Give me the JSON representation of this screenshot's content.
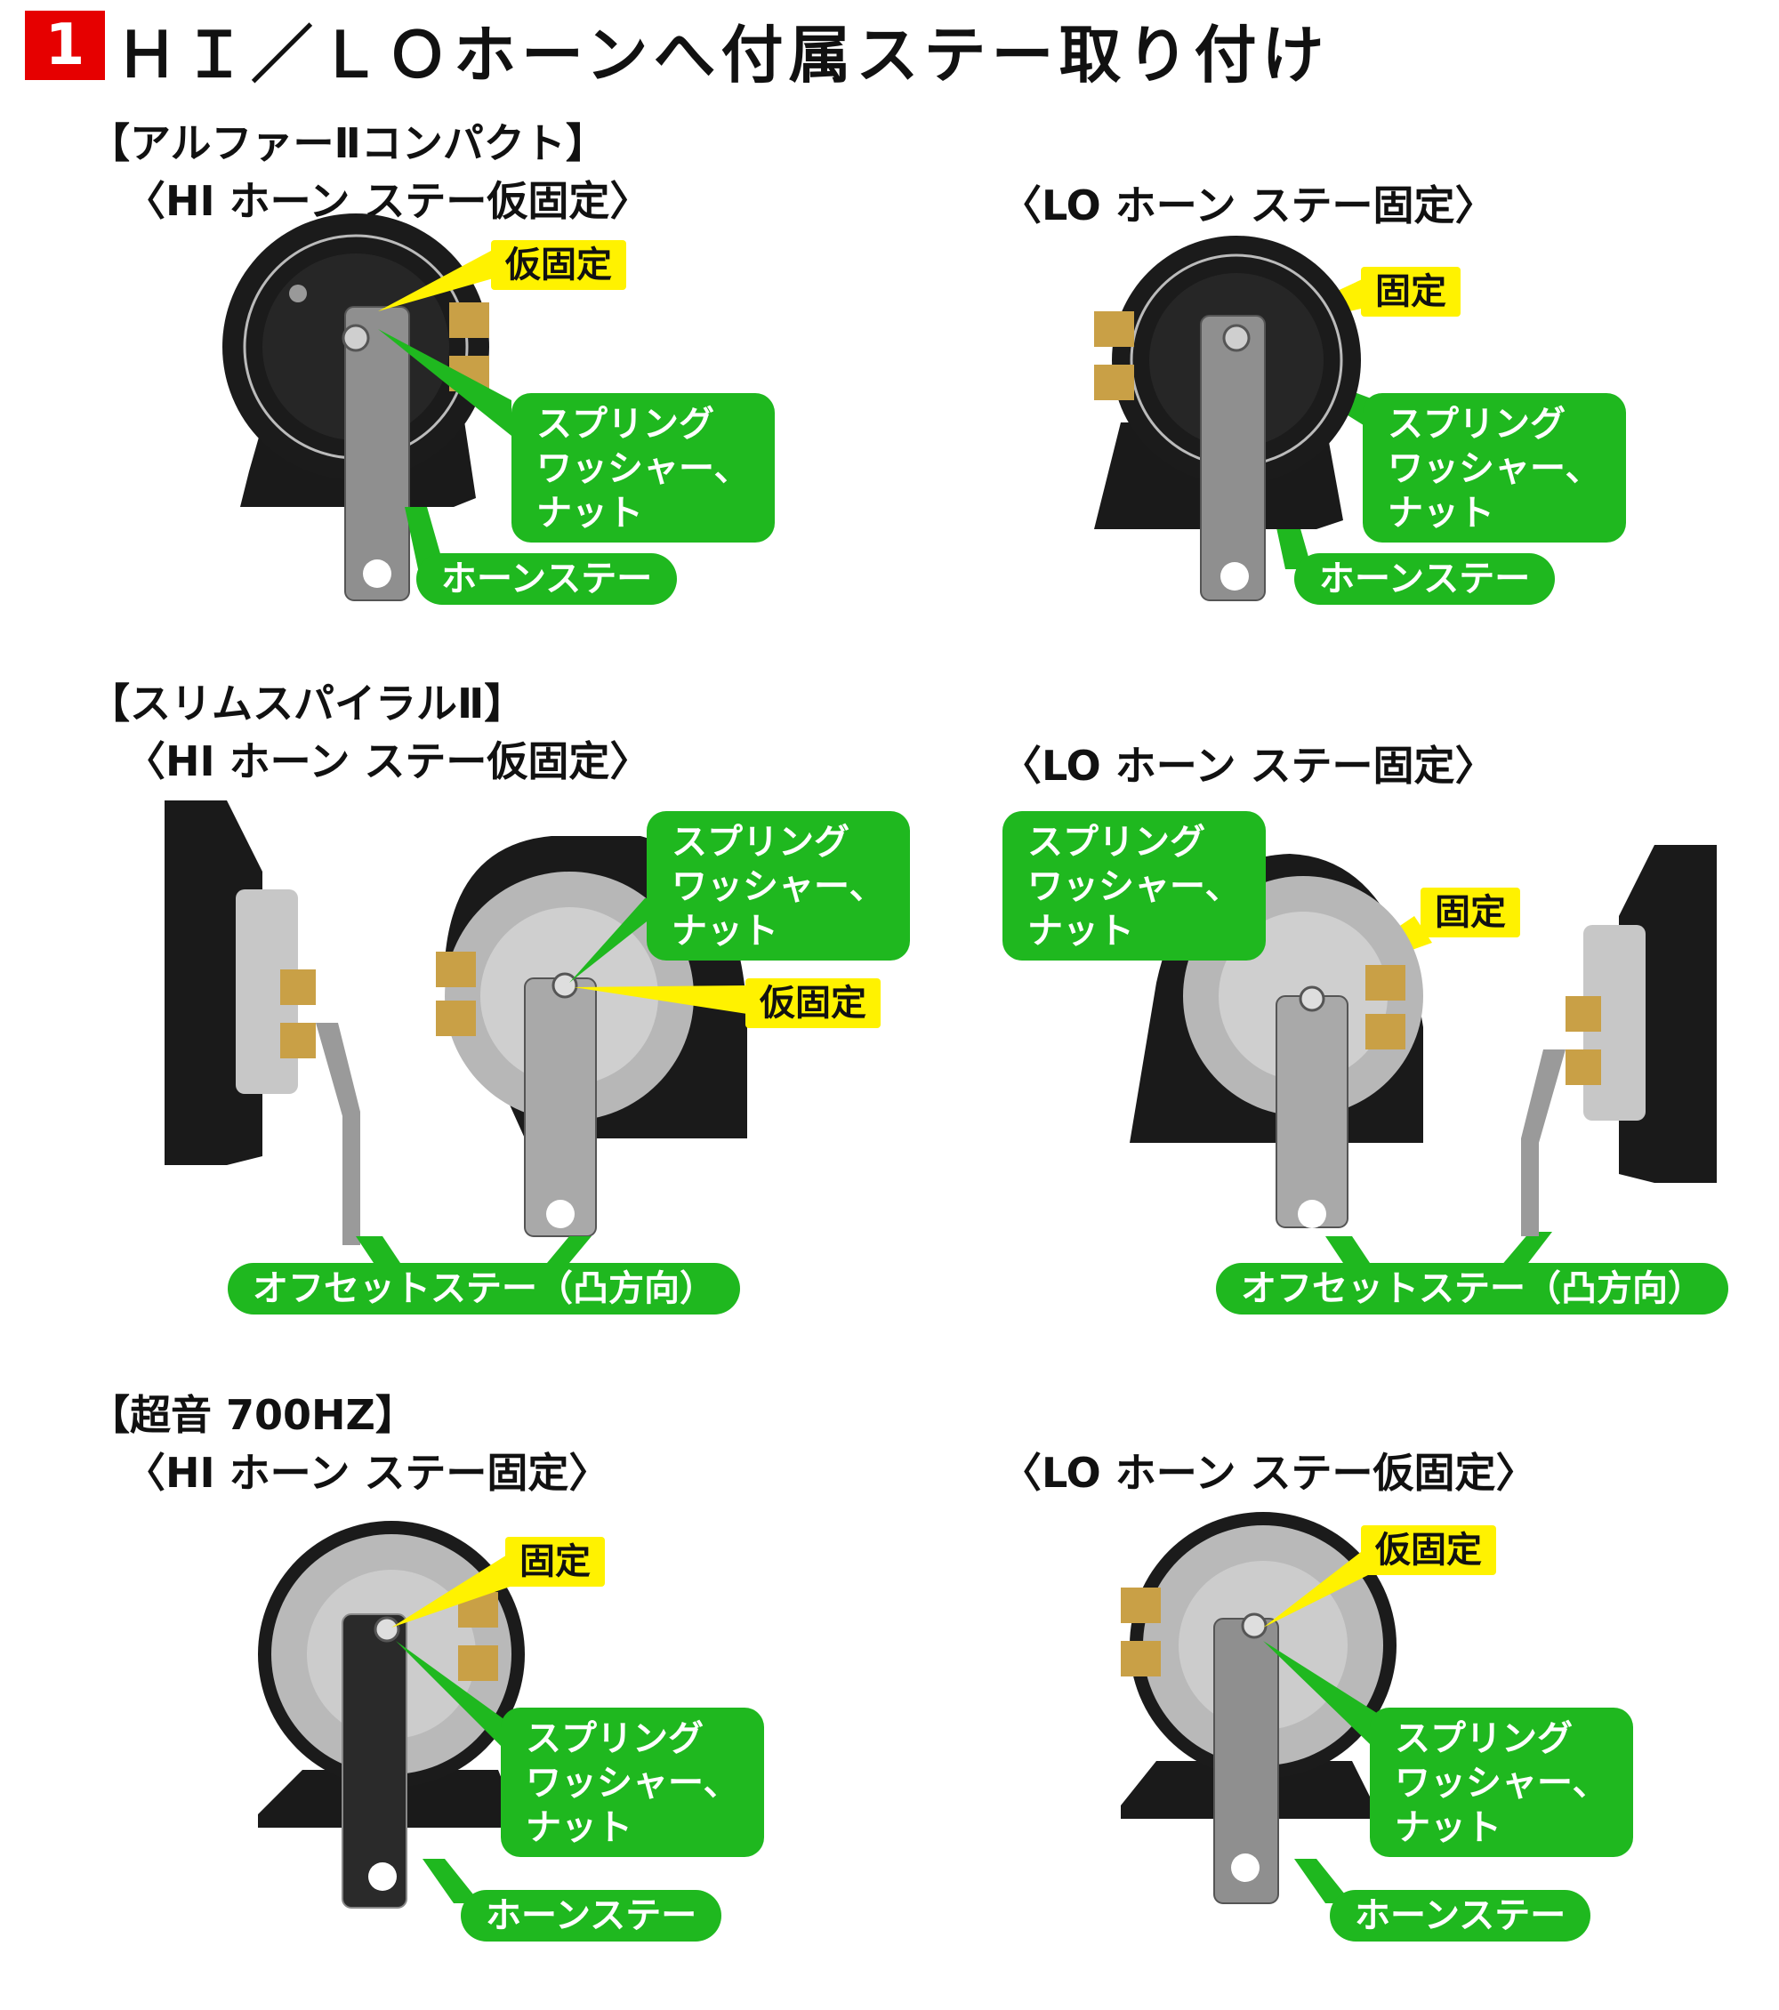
{
  "header": {
    "step_number": "1",
    "title": "ＨＩ／ＬＯホーンへ付属ステー取り付け"
  },
  "sections": [
    {
      "title": "【アルファーⅡコンパクト】",
      "hi": {
        "subtitle": "〈HI ホーン ステー仮固定〉",
        "tag_fix": "仮固定",
        "tag_spring": [
          "スプリング",
          "ワッシャー、",
          "ナット"
        ],
        "tag_stay": "ホーンステー"
      },
      "lo": {
        "subtitle": "〈LO ホーン ステー固定〉",
        "tag_fix": "固定",
        "tag_spring": [
          "スプリング",
          "ワッシャー、",
          "ナット"
        ],
        "tag_stay": "ホーンステー"
      }
    },
    {
      "title": "【スリムスパイラルⅡ】",
      "hi": {
        "subtitle": "〈HI ホーン ステー仮固定〉",
        "tag_fix": "仮固定",
        "tag_spring": [
          "スプリング",
          "ワッシャー、",
          "ナット"
        ],
        "tag_stay": "オフセットステー（凸方向）"
      },
      "lo": {
        "subtitle": "〈LO ホーン ステー固定〉",
        "tag_fix": "固定",
        "tag_spring": [
          "スプリング",
          "ワッシャー、",
          "ナット"
        ],
        "tag_stay": "オフセットステー（凸方向）"
      }
    },
    {
      "title": "【超音 700HZ】",
      "hi": {
        "subtitle": "〈HI ホーン ステー固定〉",
        "tag_fix": "固定",
        "tag_spring": [
          "スプリング",
          "ワッシャー、",
          "ナット"
        ],
        "tag_stay": "ホーンステー"
      },
      "lo": {
        "subtitle": "〈LO ホーン ステー仮固定〉",
        "tag_fix": "仮固定",
        "tag_spring": [
          "スプリング",
          "ワッシャー、",
          "ナット"
        ],
        "tag_stay": "ホーンステー"
      }
    }
  ],
  "colors": {
    "accent_red": "#e60000",
    "callout_yellow": "#fff200",
    "callout_green": "#1fb81f"
  }
}
